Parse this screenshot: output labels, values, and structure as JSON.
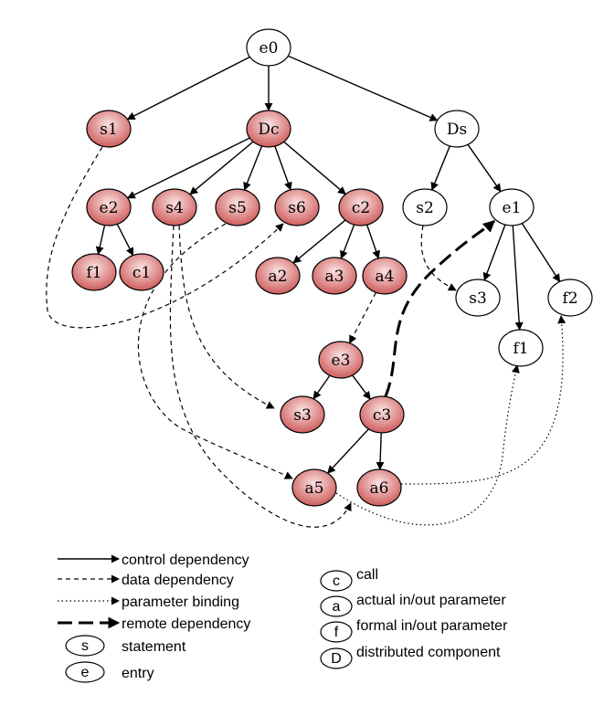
{
  "colors": {
    "local_fill_light": "#fbe3e3",
    "local_fill_dark": "#cc5555",
    "remote_fill": "#ffffff",
    "stroke": "#000000"
  },
  "nodes": [
    {
      "id": "e0",
      "label": "e0",
      "side": "remote"
    },
    {
      "id": "s1",
      "label": "s1",
      "side": "local"
    },
    {
      "id": "Dc",
      "label": "Dc",
      "side": "local"
    },
    {
      "id": "Ds",
      "label": "Ds",
      "side": "remote"
    },
    {
      "id": "e2",
      "label": "e2",
      "side": "local"
    },
    {
      "id": "s4",
      "label": "s4",
      "side": "local"
    },
    {
      "id": "s5",
      "label": "s5",
      "side": "local"
    },
    {
      "id": "s6",
      "label": "s6",
      "side": "local"
    },
    {
      "id": "c2",
      "label": "c2",
      "side": "local"
    },
    {
      "id": "s2r",
      "label": "s2",
      "side": "remote"
    },
    {
      "id": "e1",
      "label": "e1",
      "side": "remote"
    },
    {
      "id": "f1l",
      "label": "f1",
      "side": "local"
    },
    {
      "id": "c1",
      "label": "c1",
      "side": "local"
    },
    {
      "id": "a2",
      "label": "a2",
      "side": "local"
    },
    {
      "id": "a3",
      "label": "a3",
      "side": "local"
    },
    {
      "id": "a4",
      "label": "a4",
      "side": "local"
    },
    {
      "id": "s3r",
      "label": "s3",
      "side": "remote"
    },
    {
      "id": "f2r",
      "label": "f2",
      "side": "remote"
    },
    {
      "id": "f1r",
      "label": "f1",
      "side": "remote"
    },
    {
      "id": "e3",
      "label": "e3",
      "side": "local"
    },
    {
      "id": "s3l",
      "label": "s3",
      "side": "local"
    },
    {
      "id": "c3",
      "label": "c3",
      "side": "local"
    },
    {
      "id": "a5",
      "label": "a5",
      "side": "local"
    },
    {
      "id": "a6",
      "label": "a6",
      "side": "local"
    }
  ],
  "edges": [
    {
      "from": "e0",
      "to": "s1",
      "kind": "control"
    },
    {
      "from": "e0",
      "to": "Dc",
      "kind": "control"
    },
    {
      "from": "e0",
      "to": "Ds",
      "kind": "control"
    },
    {
      "from": "Dc",
      "to": "e2",
      "kind": "control"
    },
    {
      "from": "Dc",
      "to": "s4",
      "kind": "control"
    },
    {
      "from": "Dc",
      "to": "s5",
      "kind": "control"
    },
    {
      "from": "Dc",
      "to": "s6",
      "kind": "control"
    },
    {
      "from": "Dc",
      "to": "c2",
      "kind": "control"
    },
    {
      "from": "e2",
      "to": "f1l",
      "kind": "control"
    },
    {
      "from": "e2",
      "to": "c1",
      "kind": "control"
    },
    {
      "from": "c2",
      "to": "a2",
      "kind": "control"
    },
    {
      "from": "c2",
      "to": "a3",
      "kind": "control"
    },
    {
      "from": "c2",
      "to": "a4",
      "kind": "control"
    },
    {
      "from": "Ds",
      "to": "s2r",
      "kind": "control"
    },
    {
      "from": "Ds",
      "to": "e1",
      "kind": "control"
    },
    {
      "from": "e1",
      "to": "s3r",
      "kind": "control"
    },
    {
      "from": "e1",
      "to": "f1r",
      "kind": "control"
    },
    {
      "from": "e1",
      "to": "f2r",
      "kind": "control"
    },
    {
      "from": "e3",
      "to": "s3l",
      "kind": "control"
    },
    {
      "from": "e3",
      "to": "c3",
      "kind": "control"
    },
    {
      "from": "c3",
      "to": "a5",
      "kind": "control"
    },
    {
      "from": "c3",
      "to": "a6",
      "kind": "control"
    },
    {
      "from": "a4",
      "to": "e3",
      "kind": "data"
    },
    {
      "from": "s1",
      "to": "s6",
      "kind": "data"
    },
    {
      "from": "s4",
      "to": "s3l",
      "kind": "data"
    },
    {
      "from": "s4",
      "to": "a6",
      "kind": "data"
    },
    {
      "from": "s5",
      "to": "a5",
      "kind": "data"
    },
    {
      "from": "s2r",
      "to": "s3r",
      "kind": "data"
    },
    {
      "from": "a5",
      "to": "f1r",
      "kind": "param"
    },
    {
      "from": "a6",
      "to": "f2r",
      "kind": "param"
    },
    {
      "from": "c3",
      "to": "e1",
      "kind": "remote"
    }
  ],
  "legend": {
    "lines": [
      {
        "kind": "control",
        "label": "control dependency"
      },
      {
        "kind": "data",
        "label": "data dependency"
      },
      {
        "kind": "param",
        "label": "parameter binding"
      },
      {
        "kind": "remote",
        "label": "remote dependency"
      }
    ],
    "node_types_left": [
      {
        "symbol": "s",
        "label": "statement"
      },
      {
        "symbol": "e",
        "label": "entry"
      }
    ],
    "node_types_right": [
      {
        "symbol": "c",
        "label": "call"
      },
      {
        "symbol": "a",
        "label": "actual in/out parameter"
      },
      {
        "symbol": "f",
        "label": "formal in/out parameter"
      },
      {
        "symbol": "D",
        "label": "distributed component"
      }
    ]
  }
}
